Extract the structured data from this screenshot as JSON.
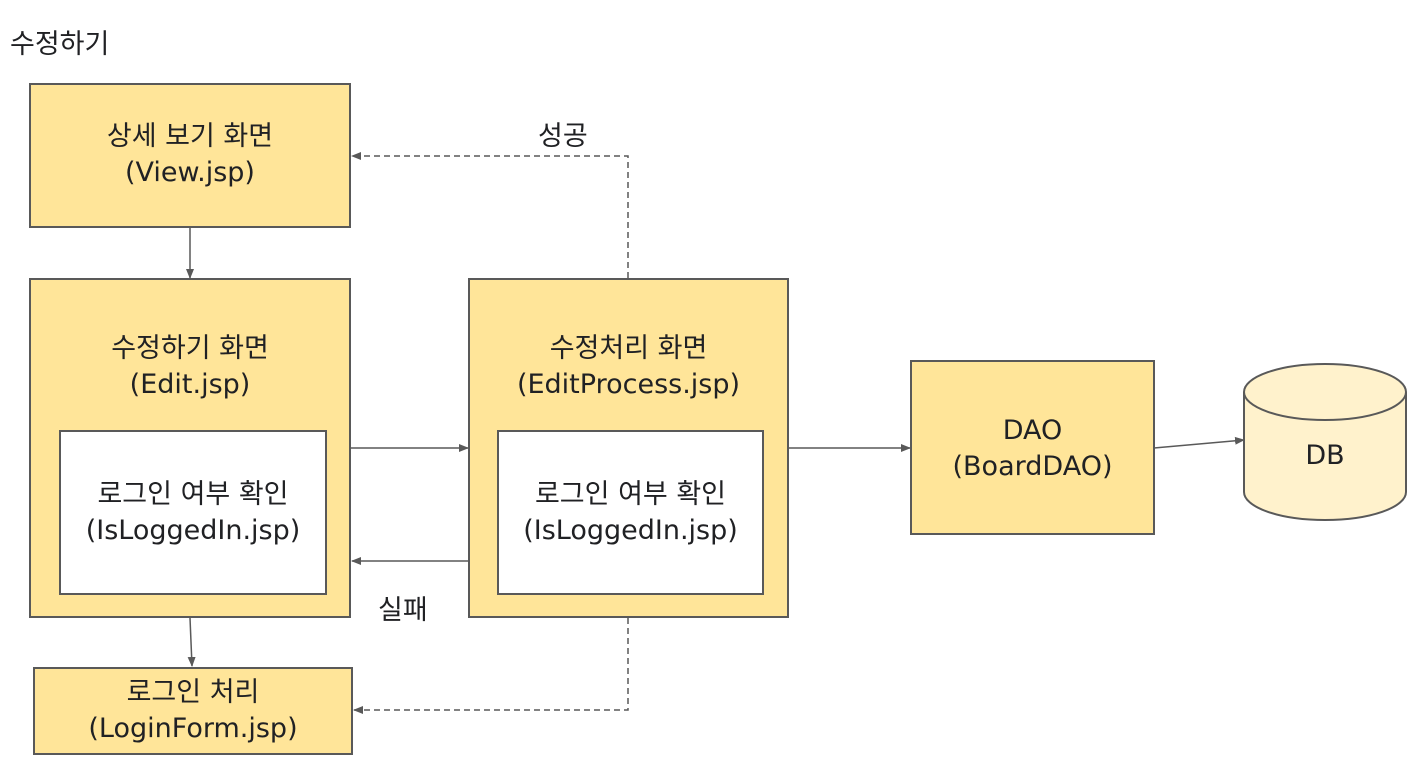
{
  "page_title": "수정하기",
  "nodes": {
    "view": {
      "line1": "상세 보기 화면",
      "line2": "(View.jsp)"
    },
    "edit": {
      "line1": "수정하기 화면",
      "line2": "(Edit.jsp)"
    },
    "edit_check": {
      "line1": "로그인 여부 확인",
      "line2": "(IsLoggedIn.jsp)"
    },
    "process": {
      "line1": "수정처리 화면",
      "line2": "(EditProcess.jsp)"
    },
    "process_check": {
      "line1": "로그인 여부 확인",
      "line2": "(IsLoggedIn.jsp)"
    },
    "dao": {
      "line1": "DAO",
      "line2": "(BoardDAO)"
    },
    "db": {
      "label": "DB"
    },
    "login": {
      "line1": "로그인 처리",
      "line2": "(LoginForm.jsp)"
    }
  },
  "edge_labels": {
    "success": "성공",
    "failure": "실패"
  },
  "colors": {
    "box_fill": "#ffe599",
    "border": "#595959",
    "db_fill": "#fff2cc"
  }
}
